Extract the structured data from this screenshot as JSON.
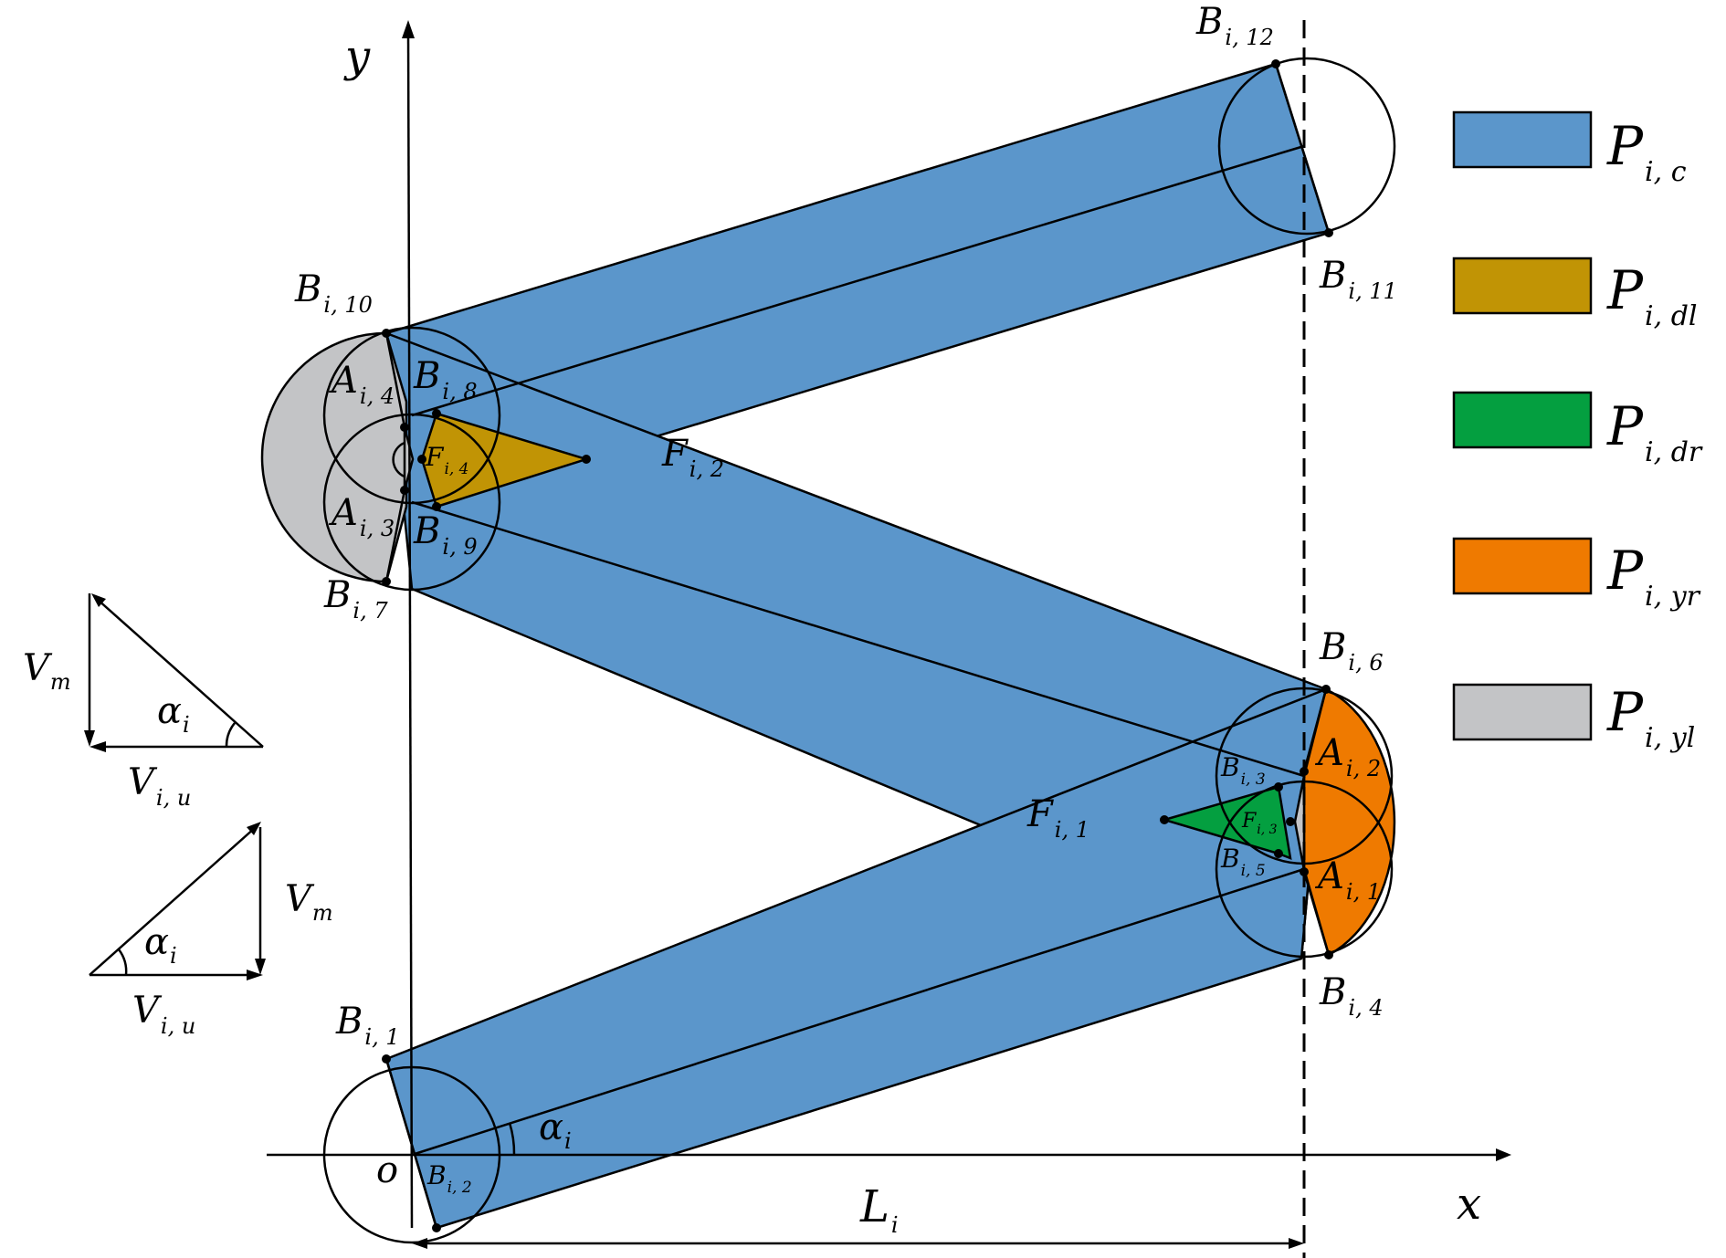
{
  "colors": {
    "channel": "#5b96cb",
    "dl": "#c19405",
    "dr": "#049f40",
    "yr": "#ef7a00",
    "yl": "#c3c4c6",
    "stroke": "#000000"
  },
  "axes": {
    "x": "x",
    "y": "y",
    "origin": "o"
  },
  "dimension": {
    "main": "L",
    "sub": "i"
  },
  "angle_label": {
    "main": "α",
    "sub": "i"
  },
  "legend": [
    {
      "main": "P",
      "sub": "i, c",
      "color_key": "channel"
    },
    {
      "main": "P",
      "sub": "i, dl",
      "color_key": "dl"
    },
    {
      "main": "P",
      "sub": "i, dr",
      "color_key": "dr"
    },
    {
      "main": "P",
      "sub": "i, yr",
      "color_key": "yr"
    },
    {
      "main": "P",
      "sub": "i, yl",
      "color_key": "yl"
    }
  ],
  "points": {
    "B1": {
      "main": "B",
      "sub": "i, 1"
    },
    "B2": {
      "main": "B",
      "sub": "i, 2"
    },
    "B3": {
      "main": "B",
      "sub": "i, 3"
    },
    "B4": {
      "main": "B",
      "sub": "i, 4"
    },
    "B5": {
      "main": "B",
      "sub": "i, 5"
    },
    "B6": {
      "main": "B",
      "sub": "i, 6"
    },
    "B7": {
      "main": "B",
      "sub": "i, 7"
    },
    "B8": {
      "main": "B",
      "sub": "i, 8"
    },
    "B9": {
      "main": "B",
      "sub": "i, 9"
    },
    "B10": {
      "main": "B",
      "sub": "i, 10"
    },
    "B11": {
      "main": "B",
      "sub": "i, 11"
    },
    "B12": {
      "main": "B",
      "sub": "i, 12"
    },
    "A1": {
      "main": "A",
      "sub": "i, 1"
    },
    "A2": {
      "main": "A",
      "sub": "i, 2"
    },
    "A3": {
      "main": "A",
      "sub": "i, 3"
    },
    "A4": {
      "main": "A",
      "sub": "i, 4"
    },
    "F1": {
      "main": "F",
      "sub": "i, 1"
    },
    "F2": {
      "main": "F",
      "sub": "i, 2"
    },
    "F3": {
      "main": "F",
      "sub": "i, 3"
    },
    "F4": {
      "main": "F",
      "sub": "i, 4"
    }
  },
  "velocity_triangles": {
    "vm": {
      "main": "V",
      "sub": "m"
    },
    "vu": {
      "main": "V",
      "sub": "i, u"
    },
    "alpha": {
      "main": "α",
      "sub": "i"
    }
  }
}
